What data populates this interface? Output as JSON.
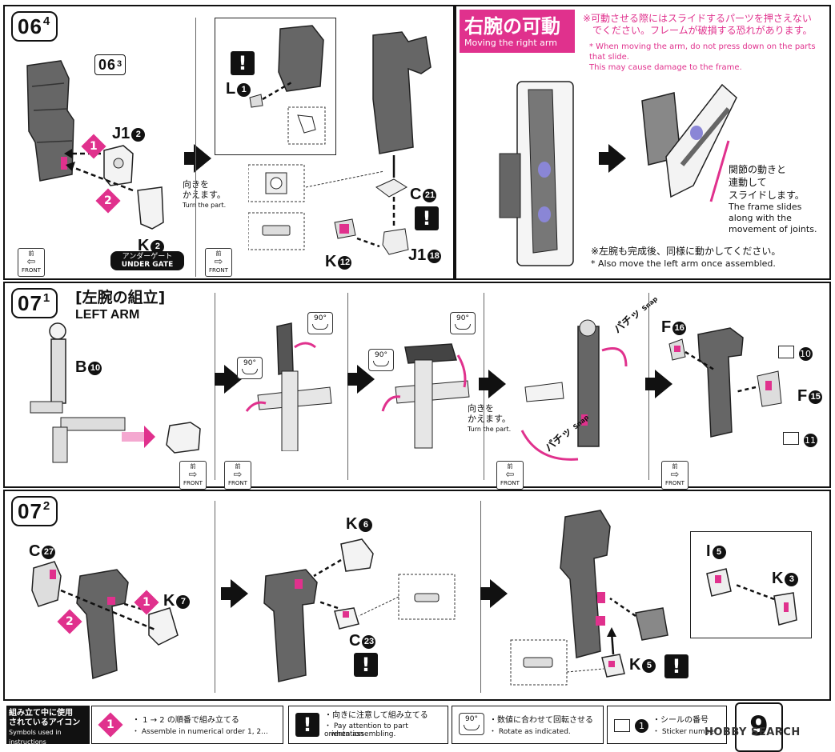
{
  "steps": {
    "s064": {
      "main": "06",
      "sub": "4"
    },
    "s063ref": {
      "main": "06",
      "sub": "3"
    },
    "s071": {
      "main": "07",
      "sub": "1"
    },
    "s072": {
      "main": "07",
      "sub": "2"
    }
  },
  "labels": {
    "j1_2": "J1",
    "j1_2n": "2",
    "k_2": "K",
    "k_2n": "2",
    "under_gate_jp": "アンダーゲート",
    "under_gate_en": "UNDER GATE",
    "l_1": "L",
    "l_1n": "1",
    "c_21": "C",
    "c_21n": "21",
    "k_12": "K",
    "k_12n": "12",
    "j1_18": "J1",
    "j1_18n": "18",
    "b_10": "B",
    "b_10n": "10",
    "f_16": "F",
    "f_16n": "16",
    "f_15": "F",
    "f_15n": "15",
    "st_10": "10",
    "st_11": "11",
    "c_27": "C",
    "c_27n": "27",
    "k_7": "K",
    "k_7n": "7",
    "k_6": "K",
    "k_6n": "6",
    "c_23": "C",
    "c_23n": "23",
    "i_5": "I",
    "i_5n": "5",
    "k_3": "K",
    "k_3n": "3",
    "k_5": "K",
    "k_5n": "5",
    "order1": "1",
    "order2": "2",
    "turn_jp_1": "向きを",
    "turn_jp_2": "かえます。",
    "turn_en": "Turn the part.",
    "front_jp": "前",
    "front_en": "FRONT",
    "rot90": "90°",
    "snap_jp": "パチッ",
    "snap_en": "Snap",
    "warn": "!"
  },
  "right_arm": {
    "title_jp": "右腕の可動",
    "title_en": "Moving the right arm",
    "note_jp_1": "※可動させる際にはスライドするパーツを押さえない",
    "note_jp_2": "でください。フレームが破損する恐れがあります。",
    "note_en_1": "* When moving the arm, do not press down on the parts that slide.",
    "note_en_2": "This may cause damage to the frame.",
    "slide_jp_1": "関節の動きと",
    "slide_jp_2": "連動して",
    "slide_jp_3": "スライドします。",
    "slide_en_1": "The frame slides",
    "slide_en_2": "along with the",
    "slide_en_3": "movement of joints.",
    "left_jp": "※左腕も完成後、同様に動かしてください。",
    "left_en": "* Also move the left arm once assembled."
  },
  "left_arm": {
    "title_jp": "[左腕の組立]",
    "title_en": "LEFT ARM"
  },
  "legend": {
    "title_jp_1": "組み立て中に使用",
    "title_jp_2": "されているアイコン",
    "title_en": "Symbols used in instructions",
    "order_jp": "・ 1 → 2 の順番で組み立てる",
    "order_en": "・ Assemble in numerical order 1, 2...",
    "orient_jp": "・向きに注意して組み立てる",
    "orient_en_1": "・ Pay attention to part orientation",
    "orient_en_2": "when assembling.",
    "rotate_jp": "・数値に合わせて回転させる",
    "rotate_en": "・ Rotate as indicated.",
    "sticker_jp": "・シールの番号",
    "sticker_en": "・ Sticker number",
    "sticker_n": "1"
  },
  "page_number": "9",
  "watermark": "HOBBY SEARCH",
  "colors": {
    "accent": "#e0318d",
    "ink": "#111111",
    "part": "#6b6b6b",
    "frame": "#e8e8e8"
  }
}
